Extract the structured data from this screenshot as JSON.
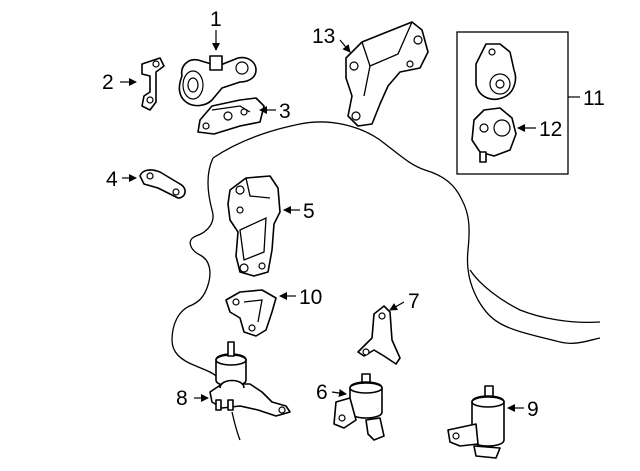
{
  "callouts": [
    {
      "id": "1",
      "label": "1"
    },
    {
      "id": "2",
      "label": "2"
    },
    {
      "id": "3",
      "label": "3"
    },
    {
      "id": "4",
      "label": "4"
    },
    {
      "id": "5",
      "label": "5"
    },
    {
      "id": "6",
      "label": "6"
    },
    {
      "id": "7",
      "label": "7"
    },
    {
      "id": "8",
      "label": "8"
    },
    {
      "id": "9",
      "label": "9"
    },
    {
      "id": "10",
      "label": "10"
    },
    {
      "id": "11",
      "label": "11"
    },
    {
      "id": "12",
      "label": "12"
    },
    {
      "id": "13",
      "label": "13"
    }
  ],
  "colors": {
    "line": "#000000",
    "background": "#ffffff"
  }
}
